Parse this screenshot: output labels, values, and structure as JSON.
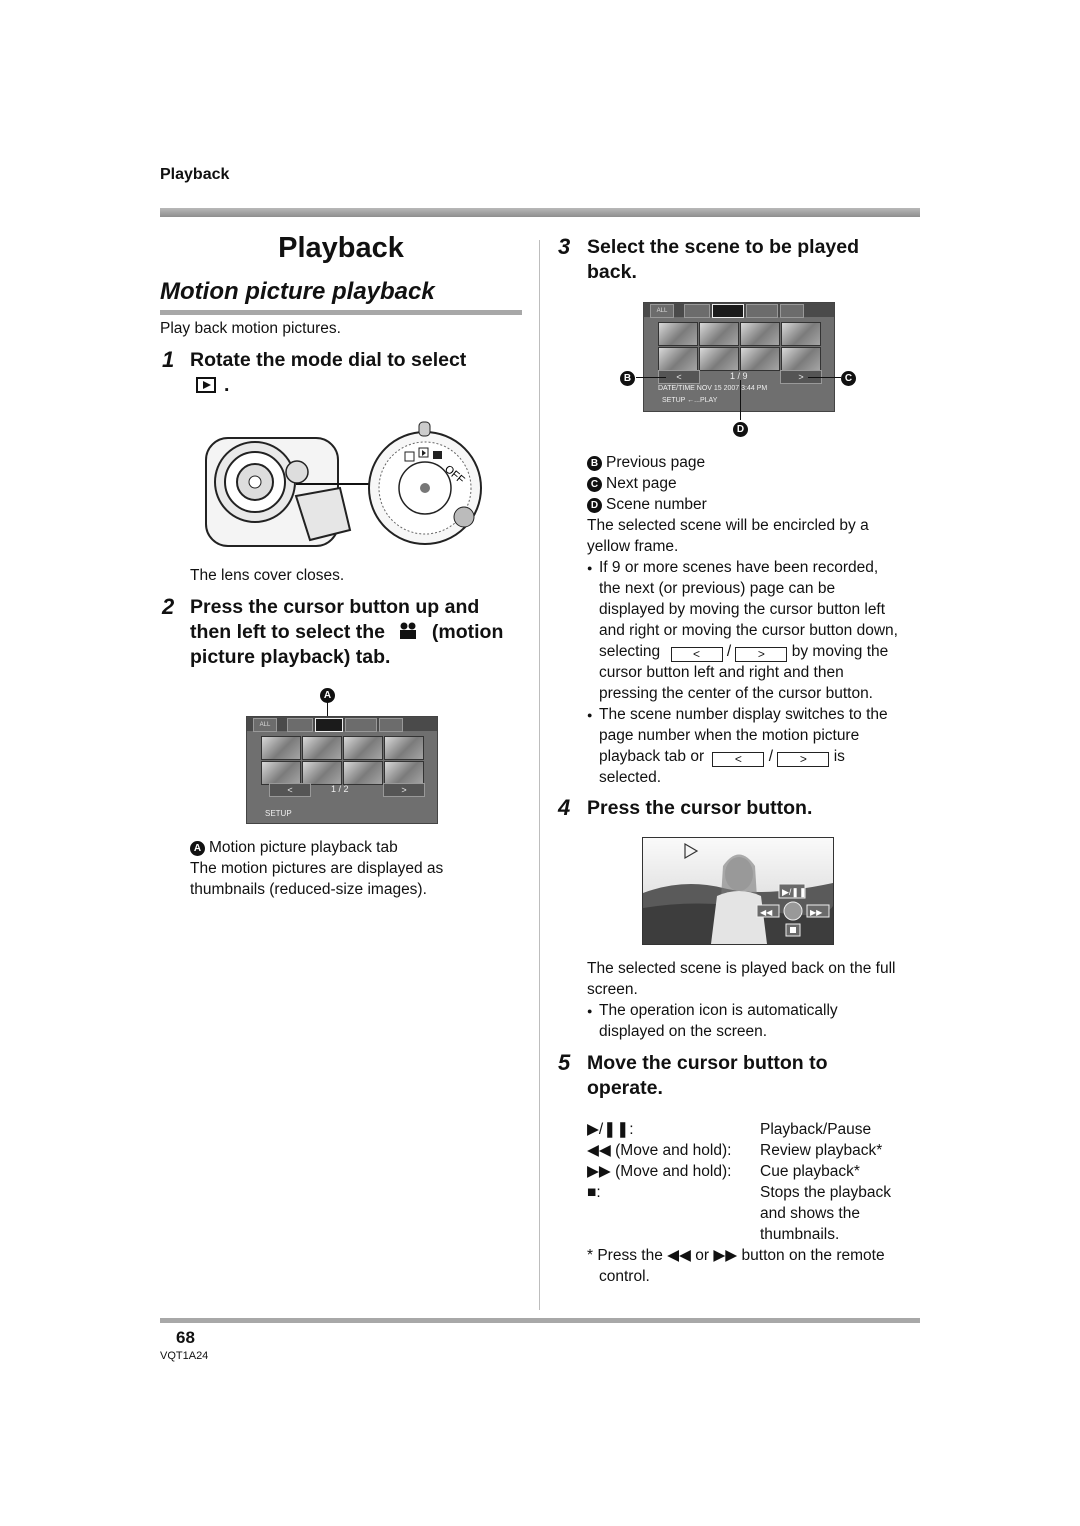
{
  "header": {
    "section_label": "Playback"
  },
  "title": "Playback",
  "subtitle": "Motion picture playback",
  "intro": "Play back motion pictures.",
  "steps": {
    "s1": {
      "num": "1",
      "text": "Rotate the mode dial to select",
      "text2": ".",
      "note": "The lens cover closes."
    },
    "s2": {
      "num": "2",
      "line1": "Press the cursor button up and",
      "line2a": "then left to select the",
      "line2b": "(motion",
      "line3": "picture playback) tab.",
      "callout_a": "A",
      "legend_a": "Motion picture playback tab",
      "desc1": "The motion pictures are displayed as",
      "desc2": "thumbnails (reduced-size images)."
    },
    "s3": {
      "num": "3",
      "line1": "Select the scene to be played",
      "line2": "back.",
      "callout_b": "B",
      "callout_c": "C",
      "callout_d": "D",
      "legend_b": "Previous page",
      "legend_c": "Next page",
      "legend_d": "Scene number",
      "desc1": "The selected scene will be encircled by a",
      "desc2": "yellow frame.",
      "b1_l1": "If 9 or more scenes have been recorded,",
      "b1_l2": "the next (or previous) page can be",
      "b1_l3": "displayed by moving the cursor button left",
      "b1_l4": "and right or moving the cursor button down,",
      "b1_l5a": "selecting",
      "b1_l5b": "by moving the",
      "b1_l6": "cursor button left and right and then",
      "b1_l7": "pressing the center of the cursor button.",
      "b2_l1": "The scene number display switches to the",
      "b2_l2": "page number when the motion picture",
      "b2_l3a": "playback tab or",
      "b2_l3b": "is",
      "b2_l4": "selected.",
      "nav_prev": "<",
      "nav_next": ">",
      "slash": "/"
    },
    "s4": {
      "num": "4",
      "text": "Press the cursor button.",
      "desc1": "The selected scene is played back on the full",
      "desc2": "screen.",
      "b1_l1": "The operation icon is automatically",
      "b1_l2": "displayed on the screen."
    },
    "s5": {
      "num": "5",
      "line1": "Move the cursor button to",
      "line2": "operate.",
      "controls": [
        {
          "key": "▶/❚❚:",
          "value": "Playback/Pause"
        },
        {
          "key": "◀◀ (Move and hold):",
          "value": "Review playback*"
        },
        {
          "key": "▶▶ (Move and hold):",
          "value": "Cue playback*"
        },
        {
          "key": "■:",
          "value": "Stops the playback"
        }
      ],
      "stop_cont1": "and shows the",
      "stop_cont2": "thumbnails.",
      "foot_a": "* Press the",
      "foot_b": "or",
      "foot_c": "button on the remote",
      "foot_d": "control.",
      "rew_icon": "◀◀",
      "ff_icon": "▶▶"
    }
  },
  "screens": {
    "tab_all": "ALL",
    "page_2": "1 / 2",
    "setup_2": "SETUP",
    "page_9": "1 / 9",
    "datetime": "DATE/TIME  NOV 15 2007   3:44 PM",
    "setup_play": "SETUP  ←...PLAY",
    "play_pause": "▶/❚❚"
  },
  "footer": {
    "page_number": "68",
    "model_code": "VQT1A24"
  },
  "icons": {
    "bullet": "●",
    "bullet_icon": "bullet-icon"
  }
}
